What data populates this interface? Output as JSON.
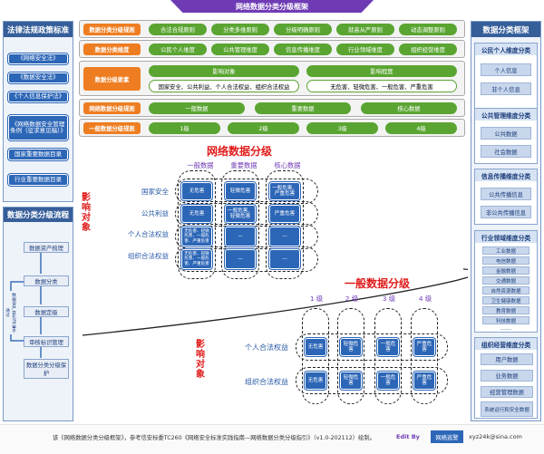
{
  "title": "网络数据分类分级框架",
  "left": {
    "law_head": "法律法规政策标准",
    "laws": [
      "《网络安全法》",
      "《数据安全法》",
      "《个人信息保护法》"
    ],
    "docs": [
      "《网络数据安全管理条例（征求意见稿）》",
      "国家重要数据目录",
      "行业重要数据目录"
    ],
    "flow_head": "数据分类分级流程",
    "flow_steps": [
      "数据资产梳理",
      "数据分类",
      "数据定级",
      "审核标识管理",
      "数据分类分级保护"
    ],
    "side_note": "数据资产变化/评审不通过"
  },
  "center": {
    "principles_label": "数据分类分级规则",
    "principles": [
      "合法合规原则",
      "分类多维原则",
      "分级明确原则",
      "就高从严原则",
      "动态调整原则"
    ],
    "dims_label": "数据分类维度",
    "dims": [
      "公民个人维度",
      "公共管理维度",
      "信息传播维度",
      "行业领域维度",
      "组织经营维度"
    ],
    "elements_label": "数据分级要素",
    "elements": {
      "obj_head": "影响对象",
      "obj_text": "国家安全、公共利益、个人合法权益、组织合法权益",
      "deg_head": "影响程度",
      "deg_text": "无危害、轻微危害、一般危害、严重危害"
    },
    "rules1_label": "网络数据分级规则",
    "rules1": [
      "一般数据",
      "重要数据",
      "核心数据"
    ],
    "rules2_label": "一般数据分级规则",
    "rules2": [
      "1级",
      "2级",
      "3级",
      "4级"
    ]
  },
  "upper": {
    "title": "网络数据分级",
    "cols": [
      "一般数据",
      "重要数据",
      "核心数据"
    ],
    "rows": [
      "国家安全",
      "公共利益",
      "个人合法权益",
      "组织合法权益"
    ],
    "side_label": "影响对象",
    "cells": [
      [
        "无危害",
        "轻微危害",
        "一般危害、严重危害"
      ],
      [
        "无危害",
        "一般危害、轻微危害",
        "严重危害"
      ],
      [
        "无危害、轻微危害、一般危害、严重危害",
        "—",
        "—"
      ],
      [
        "无危害、轻微危害、一般危害、严重危害",
        "—",
        "—"
      ]
    ]
  },
  "lower": {
    "title": "一般数据分级",
    "cols": [
      "1 级",
      "2 级",
      "3 级",
      "4 级"
    ],
    "rows": [
      "个人合法权益",
      "组织合法权益"
    ],
    "side_label": "影响对象",
    "cells": [
      [
        "无危害",
        "轻微危害",
        "一般危害",
        "严重危害"
      ],
      [
        "无危害",
        "轻微危害",
        "一般危害",
        "严重危害"
      ]
    ]
  },
  "right": {
    "head": "数据分类框架",
    "groups": [
      {
        "title": "公民个人维度分类",
        "items": [
          "个人信息",
          "非个人信息"
        ]
      },
      {
        "title": "公共管理维度分类",
        "items": [
          "公共数据",
          "社会数据"
        ]
      },
      {
        "title": "信息传播维度分类",
        "items": [
          "公共传播信息",
          "非公共传播信息"
        ]
      },
      {
        "title": "行业领域维度分类",
        "items": [
          "工业数据",
          "电信数据",
          "金融数据",
          "交通数据",
          "自然资源数据",
          "卫生健康数据",
          "教育数据",
          "科技数据",
          "……"
        ]
      },
      {
        "title": "组织经营维度分类",
        "items": [
          "用户数据",
          "业务数据",
          "经营管理数据",
          "系统运行和安全数据"
        ]
      }
    ]
  },
  "footer": {
    "text": "该《网络数据分类分级框架》，参考信安标委TC260《网络安全标准实践指南—网络数据分类分级指引》（v1.0-202112）绘制。",
    "edit": "Edit  By",
    "badge": "网络巡警",
    "email": "xyz24k@sina.com"
  },
  "colors": {
    "header_purple": "#6f3bb5",
    "label_orange": "#ee7d21",
    "pill_green": "#5aa532",
    "cell_blue": "#2c66b7",
    "title_red": "#e01b1b"
  }
}
